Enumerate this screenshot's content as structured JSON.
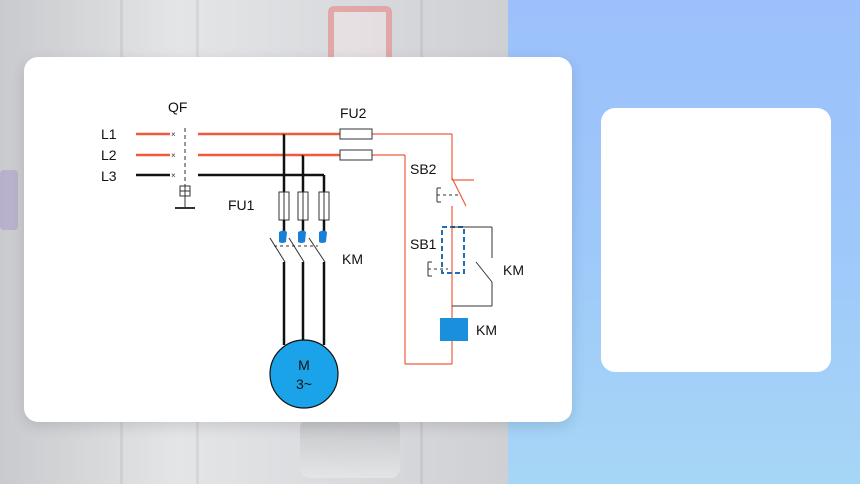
{
  "diagram": {
    "labels": {
      "qf": "QF",
      "l1": "L1",
      "l2": "L2",
      "l3": "L3",
      "fu1": "FU1",
      "fu2": "FU2",
      "sb2": "SB2",
      "sb1": "SB1",
      "km_main": "KM",
      "km_aux": "KM",
      "km_coil": "KM",
      "motor_line1": "M",
      "motor_line2": "3~"
    },
    "colors": {
      "power_line": "#f05a3c",
      "neutral_line": "#111111",
      "motor_fill": "#1aa3e8",
      "coil_fill": "#1a8fdc",
      "button_dash": "#1f6fb8",
      "contact_blue": "#1a7fd6"
    }
  }
}
